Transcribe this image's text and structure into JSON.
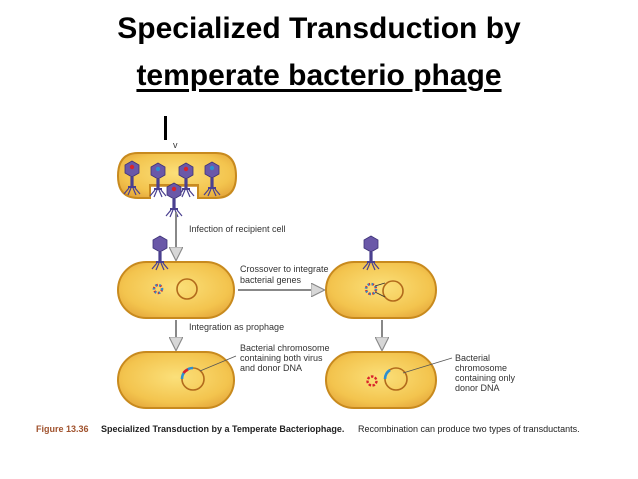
{
  "slide": {
    "title_line1": "Specialized Transduction by",
    "title_line2": "temperate bacterio phage"
  },
  "figure": {
    "marker": "v",
    "labels": {
      "infection": "Infection of recipient cell",
      "crossover_1": "Crossover to integrate",
      "crossover_2": "bacterial genes",
      "integration": "Integration as prophage",
      "chromosome_virus_1": "Bacterial chromosome",
      "chromosome_virus_2": "containing both virus",
      "chromosome_virus_3": "and donor DNA",
      "chromosome_donor_1": "Bacterial",
      "chromosome_donor_2": "chromosome",
      "chromosome_donor_3": "containing only",
      "chromosome_donor_4": "donor DNA"
    },
    "caption": {
      "number": "Figure 13.36",
      "title": "Specialized Transduction by a Temperate Bacteriophage.",
      "text": "Recombination can produce two types of transductants."
    }
  },
  "colors": {
    "cell_fill": "#f3c44e",
    "cell_outline": "#c88a1e",
    "phage_head": "#6a58a8",
    "phage_tail": "#4a4090",
    "dna_red": "#d8242c",
    "dna_blue": "#2d8fd0",
    "chromosome": "#b26a1c"
  }
}
